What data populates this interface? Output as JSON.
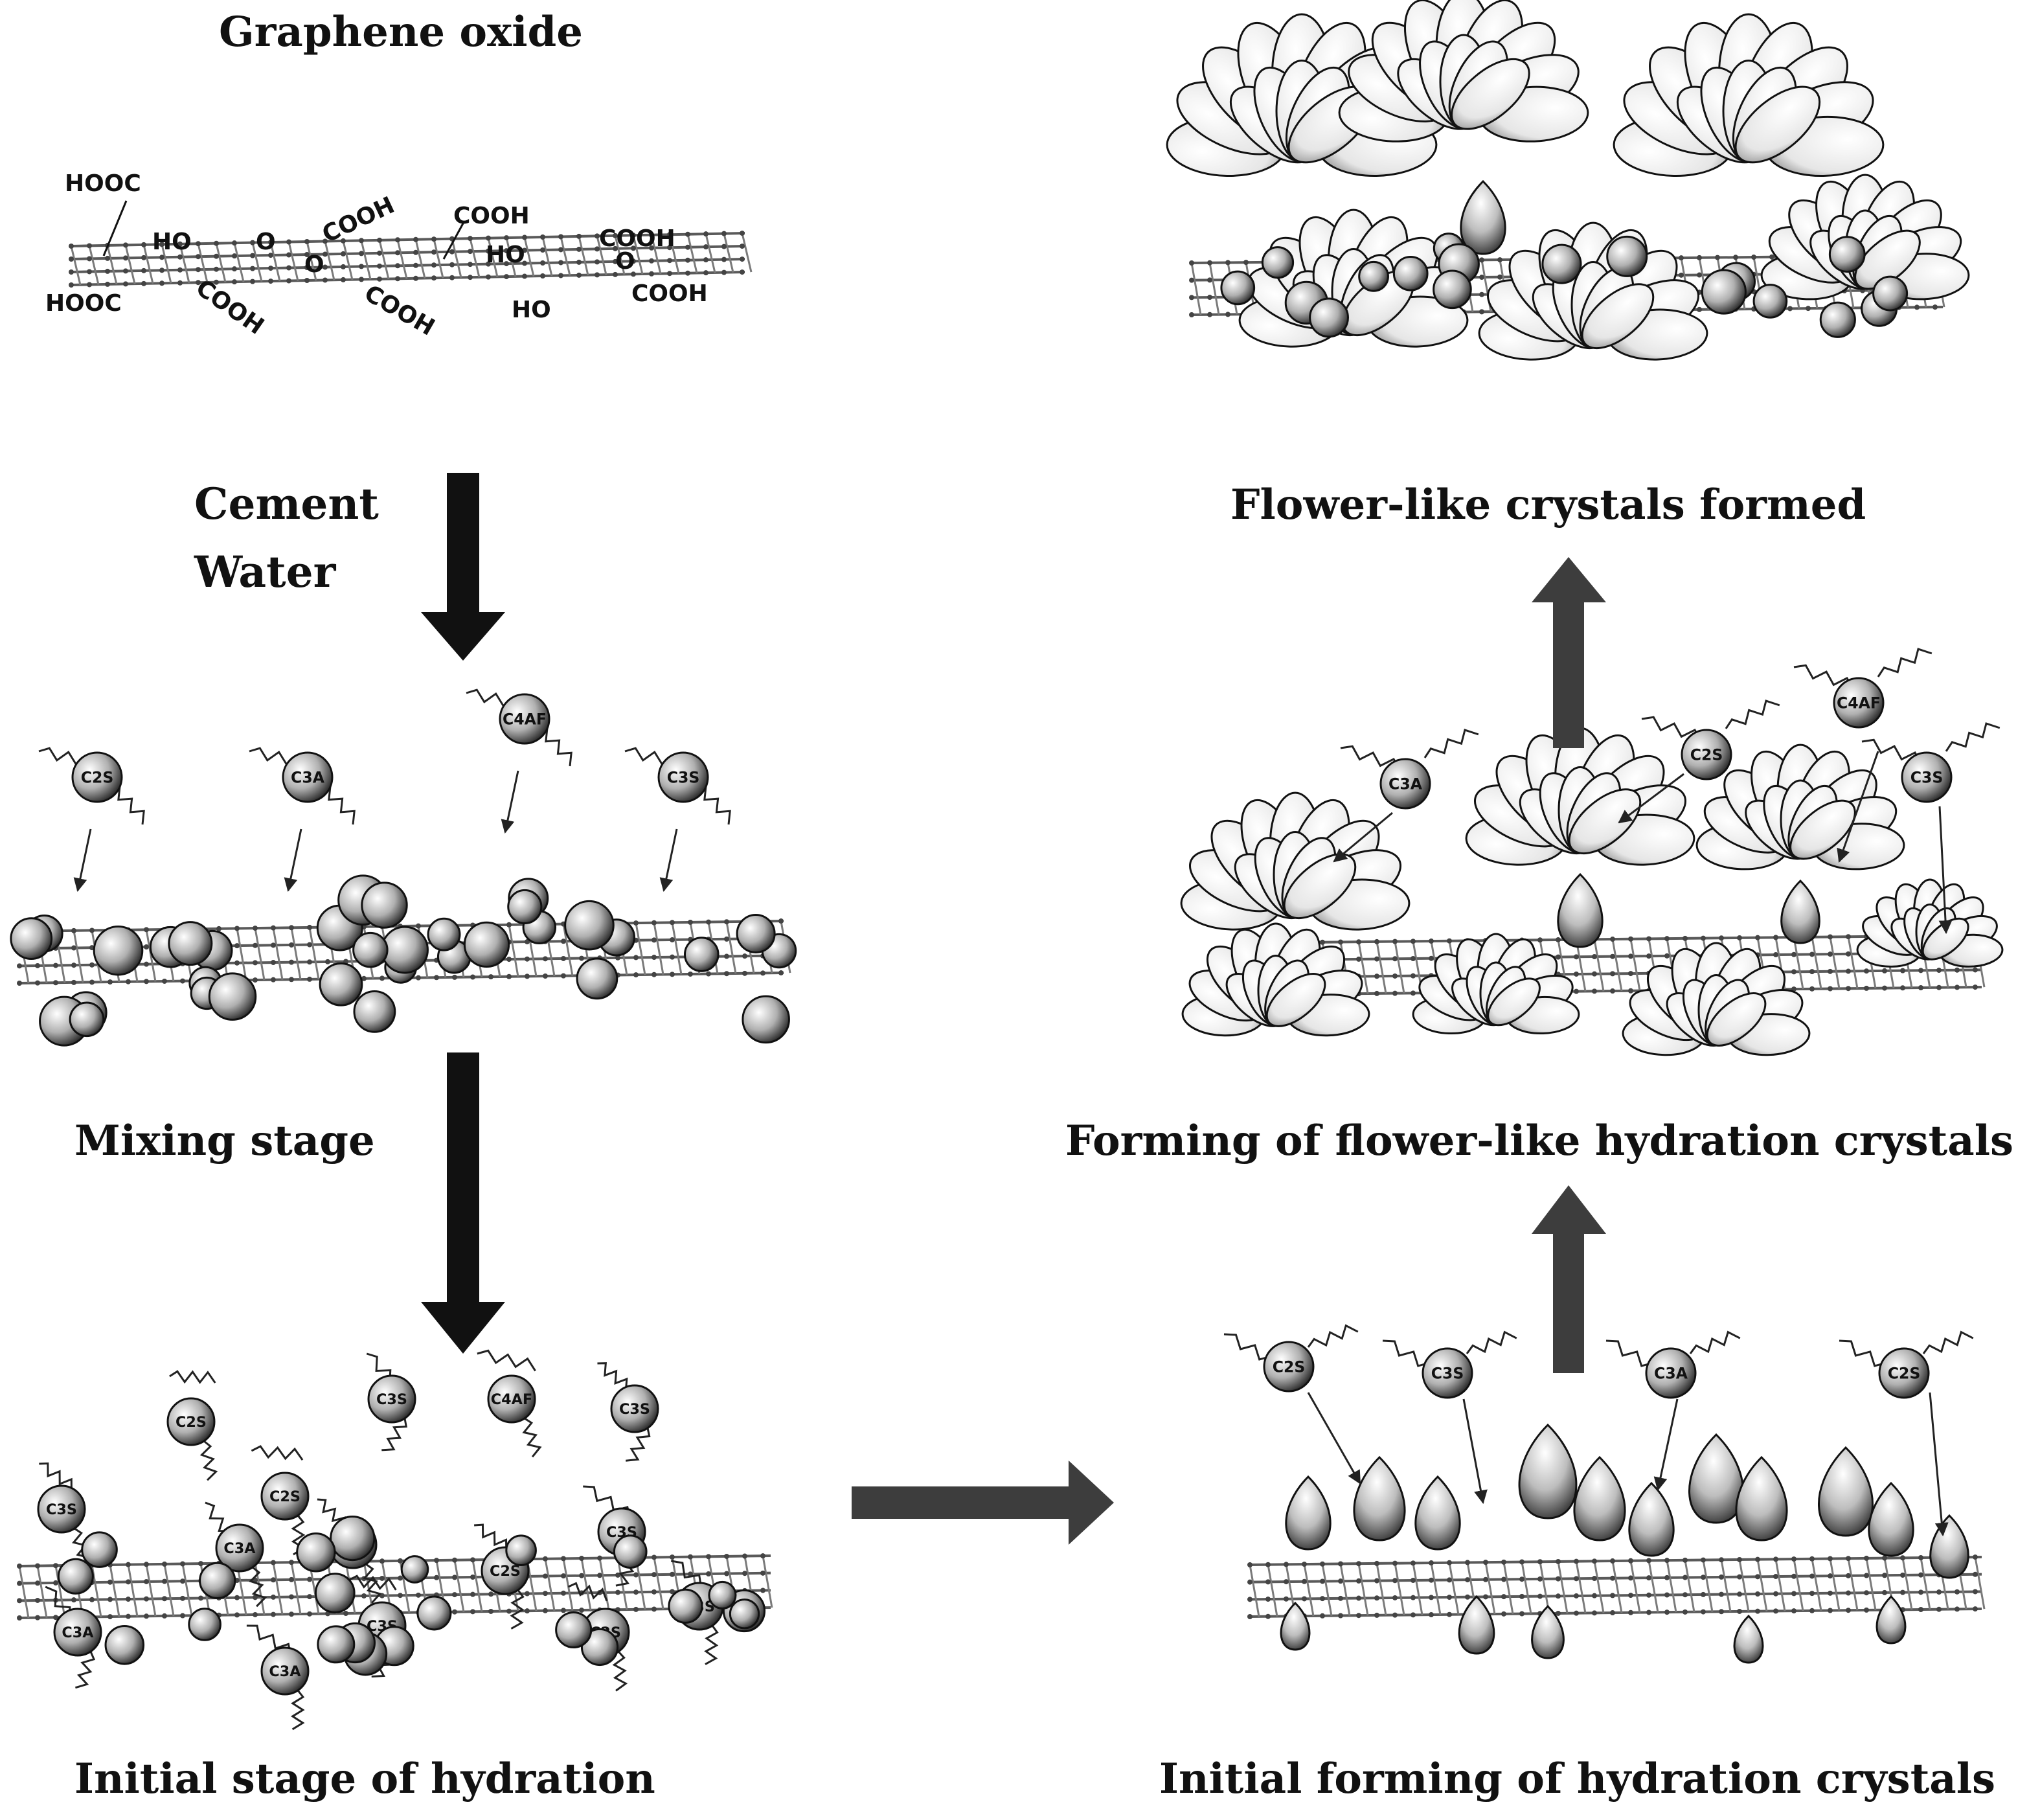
{
  "titles": {
    "graphene_oxide": "Graphene oxide",
    "cement": "Cement",
    "water": "Water",
    "mixing_stage": "Mixing stage",
    "initial_stage": "Initial stage of hydration",
    "initial_forming": "Initial forming of hydration crystals",
    "forming_flower": "Forming of flower-like hydration crystals",
    "flower_formed": "Flower-like crystals formed"
  },
  "functional_groups": [
    "HOOC",
    "HO",
    "O",
    "COOH",
    "COOH",
    "HO",
    "COOH",
    "HOOC",
    "COOH",
    "O",
    "COOH",
    "HO",
    "O",
    "COOH"
  ],
  "mixing_particles": [
    "C2S",
    "C3A",
    "C4AF",
    "C3S"
  ],
  "hydration_particles": [
    "C2S",
    "C3S",
    "C4AF",
    "C3S",
    "C3S",
    "C2S",
    "C3A",
    "C3S",
    "C2S",
    "C3S",
    "C3A",
    "C3S",
    "C2S",
    "C3A",
    "C3S"
  ],
  "initial_crystal_particles": [
    "C2S",
    "C3S",
    "C3A",
    "C2S"
  ],
  "flower_particles": [
    "C3A",
    "C2S",
    "C4AF",
    "C3S"
  ],
  "colors": {
    "arrow_black": "#111111",
    "arrow_gray": "#3d3d3d",
    "sheet": "#6f6f6f",
    "particle": "#888888",
    "petal": "#ffffff"
  }
}
